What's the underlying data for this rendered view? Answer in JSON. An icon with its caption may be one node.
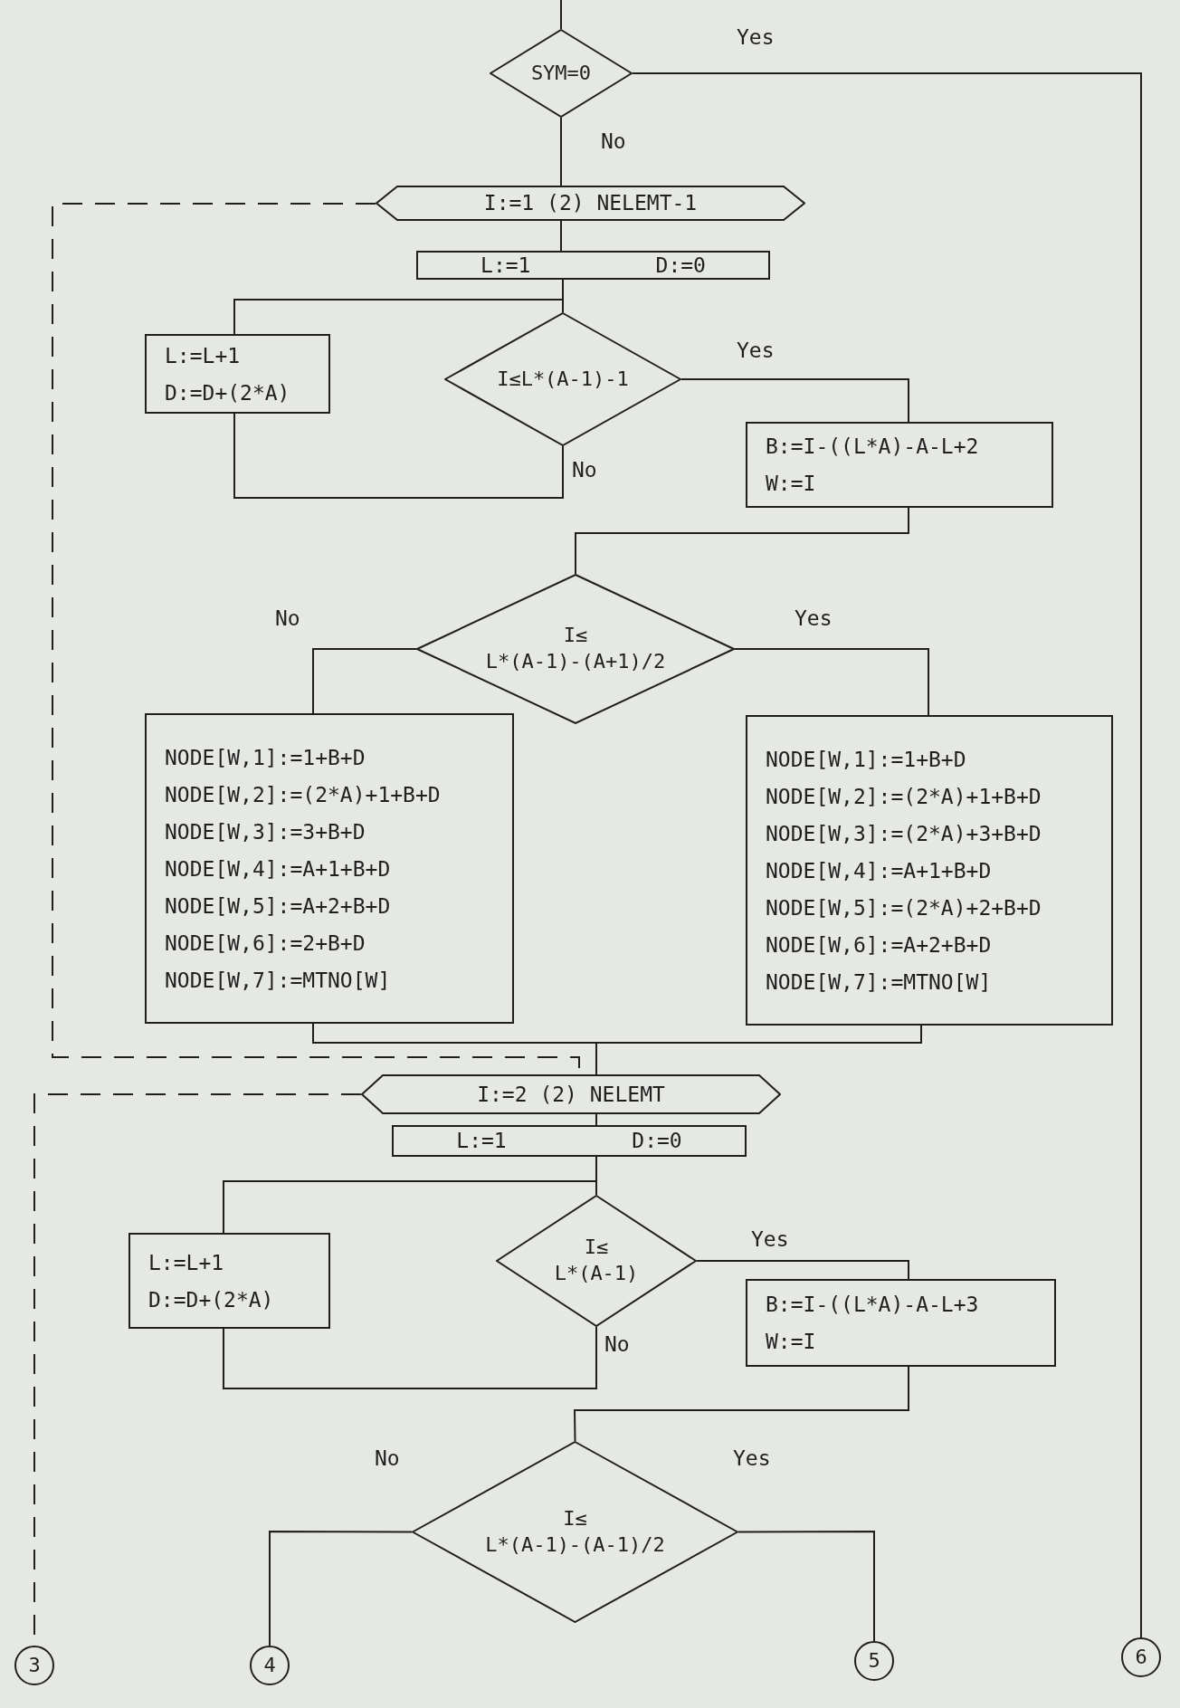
{
  "diagram": {
    "nodes": [
      {
        "text": [
          "SYM=0"
        ]
      },
      {
        "text": [
          "I:=1 (2) NELEMT-1"
        ]
      },
      {
        "text": [
          "L:=1",
          "D:=0"
        ]
      },
      {
        "text": [
          "L:=L+1",
          "D:=D+(2*A)"
        ]
      },
      {
        "text": [
          "I≤L*(A-1)-1"
        ]
      },
      {
        "text": [
          "B:=I-((L*A)-A-L+2",
          "W:=I"
        ]
      },
      {
        "text": [
          "I≤ L*(A-1)-(A+1)/2"
        ]
      },
      {
        "text": [
          "NODE[W,1]:=1+B+D",
          "NODE[W,2]:=(2*A)+1+B+D",
          "NODE[W,3]:=3+B+D",
          "NODE[W,4]:=A+1+B+D",
          "NODE[W,5]:=A+2+B+D",
          "NODE[W,6]:=2+B+D",
          "NODE[W,7]:=MTNO[W]"
        ]
      },
      {
        "text": [
          "NODE[W,1]:=1+B+D",
          "NODE[W,2]:=(2*A)+1+B+D",
          "NODE[W,3]:=(2*A)+3+B+D",
          "NODE[W,4]:=A+1+B+D",
          "NODE[W,5]:=(2*A)+2+B+D",
          "NODE[W,6]:=A+2+B+D",
          "NODE[W,7]:=MTNO[W]"
        ]
      },
      {
        "text": [
          "I:=2 (2) NELEMT"
        ]
      },
      {
        "text": [
          "L:=1",
          "D:=0"
        ]
      },
      {
        "text": [
          "L:=L+1",
          "D:=D+(2*A)"
        ]
      },
      {
        "text": [
          "I≤ L*(A-1)"
        ]
      },
      {
        "text": [
          "B:=I-((L*A)-A-L+3",
          "W:=I"
        ]
      },
      {
        "text": [
          "I≤ L*(A-1)-(A-1)/2"
        ]
      },
      {
        "text": [
          "3"
        ]
      },
      {
        "text": [
          "4"
        ]
      },
      {
        "text": [
          "5"
        ]
      },
      {
        "text": [
          "6"
        ]
      }
    ],
    "edges": [
      {
        "from": null,
        "to": 0,
        "arrow": "none"
      },
      {
        "from": 0,
        "to": 18,
        "arrow": "none",
        "label": "Yes"
      },
      {
        "from": 0,
        "to": 1,
        "arrow": "none",
        "label": "No"
      },
      {
        "from": 1,
        "to": 2,
        "arrow": "none"
      },
      {
        "from": 2,
        "to": 4,
        "arrow": "none"
      },
      {
        "from": 3,
        "to": 4,
        "arrow": "none"
      },
      {
        "from": 4,
        "to": 3,
        "arrow": "none",
        "label": "No"
      },
      {
        "from": 4,
        "to": 5,
        "arrow": "none",
        "label": "Yes"
      },
      {
        "from": 5,
        "to": 6,
        "arrow": "none"
      },
      {
        "from": 6,
        "to": 7,
        "arrow": "none",
        "label": "No"
      },
      {
        "from": 6,
        "to": 8,
        "arrow": "none",
        "label": "Yes"
      },
      {
        "from": 7,
        "to": 9,
        "arrow": "none"
      },
      {
        "from": 8,
        "to": 9,
        "arrow": "none"
      },
      {
        "from": 1,
        "to": 9,
        "arrow": "none",
        "style": "dashed"
      },
      {
        "from": 9,
        "to": 15,
        "arrow": "none",
        "style": "dashed"
      },
      {
        "from": 9,
        "to": 10,
        "arrow": "none"
      },
      {
        "from": 10,
        "to": 12,
        "arrow": "none"
      },
      {
        "from": 11,
        "to": 12,
        "arrow": "none"
      },
      {
        "from": 12,
        "to": 11,
        "arrow": "none",
        "label": "No"
      },
      {
        "from": 12,
        "to": 13,
        "arrow": "none",
        "label": "Yes"
      },
      {
        "from": 13,
        "to": 14,
        "arrow": "none"
      },
      {
        "from": 14,
        "to": 16,
        "arrow": "none",
        "label": "No"
      },
      {
        "from": 14,
        "to": 17,
        "arrow": "none",
        "label": "Yes"
      }
    ]
  }
}
